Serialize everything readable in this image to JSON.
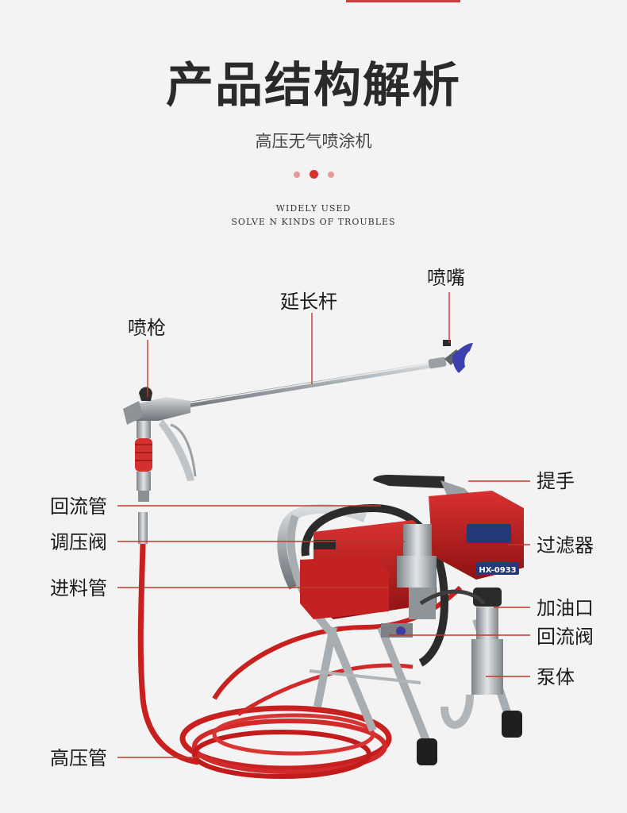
{
  "header": {
    "title": "产品结构解析",
    "subtitle": "高压无气喷涂机",
    "english_line_1": "WIDELY USED",
    "english_line_2": "SOLVE N KINDS OF TROUBLES"
  },
  "colors": {
    "accent_red": "#d8312e",
    "leader_line_red": "#c0392b",
    "background": "#f3f3f3"
  },
  "callouts": {
    "nozzle": "喷嘴",
    "extension_rod": "延长杆",
    "spray_gun": "喷枪",
    "handle": "提手",
    "return_hose": "回流管",
    "filter": "过滤器",
    "pressure_valve": "调压阀",
    "intake_hose": "进料管",
    "oil_port": "加油口",
    "return_valve": "回流阀",
    "pump_body": "泵体",
    "high_pressure_hose": "高压管"
  },
  "product": {
    "badge_text": "HX-0933"
  }
}
